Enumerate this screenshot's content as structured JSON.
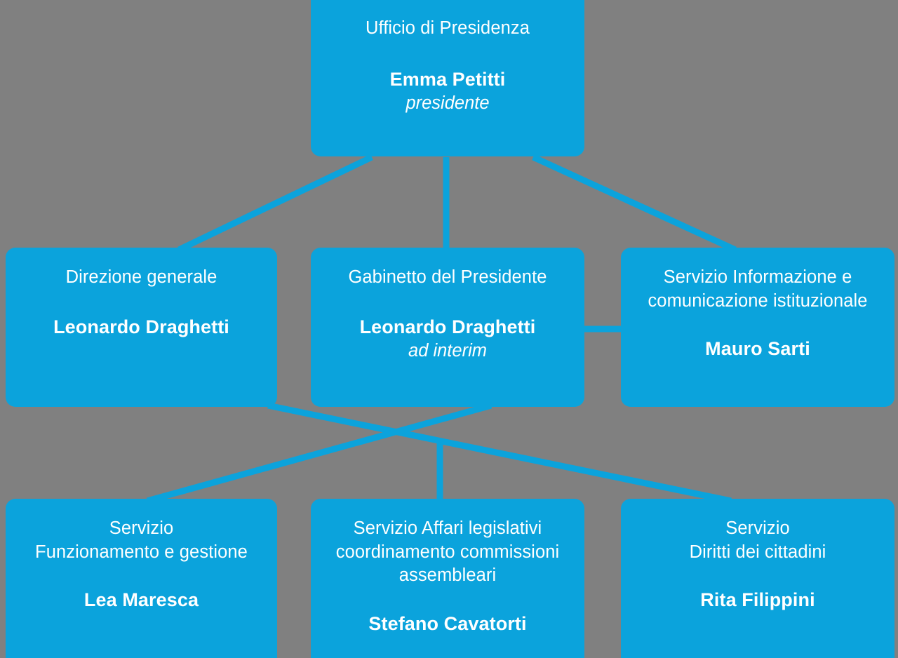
{
  "theme": {
    "background": "#808080",
    "node_fill": "#0BA3DC",
    "connector": "#0BA3DC",
    "text": "#FFFFFF"
  },
  "chart_title": "",
  "nodes": {
    "presidenza": {
      "unit": "Ufficio di Presidenza",
      "person": "Emma Petitti",
      "role": "presidente"
    },
    "direzione": {
      "unit": "Direzione generale",
      "person": "Leonardo Draghetti",
      "role": ""
    },
    "gabinetto": {
      "unit": "Gabinetto del Presidente",
      "person": "Leonardo Draghetti",
      "role": "ad interim"
    },
    "informazione": {
      "unit_line1": "Servizio Informazione e",
      "unit_line2": "comunicazione istituzionale",
      "person": "Mauro Sarti",
      "role": ""
    },
    "funzionamento": {
      "unit_line1": "Servizio",
      "unit_line2": "Funzionamento e gestione",
      "person": "Lea Maresca",
      "role": ""
    },
    "affari": {
      "unit_line1": "Servizio Affari legislativi",
      "unit_line2": "coordinamento commissioni",
      "unit_line3": "assembleari",
      "person": "Stefano Cavatorti",
      "role": ""
    },
    "diritti": {
      "unit_line1": "Servizio",
      "unit_line2": "Diritti dei cittadini",
      "person": "Rita Filippini",
      "role": ""
    }
  }
}
